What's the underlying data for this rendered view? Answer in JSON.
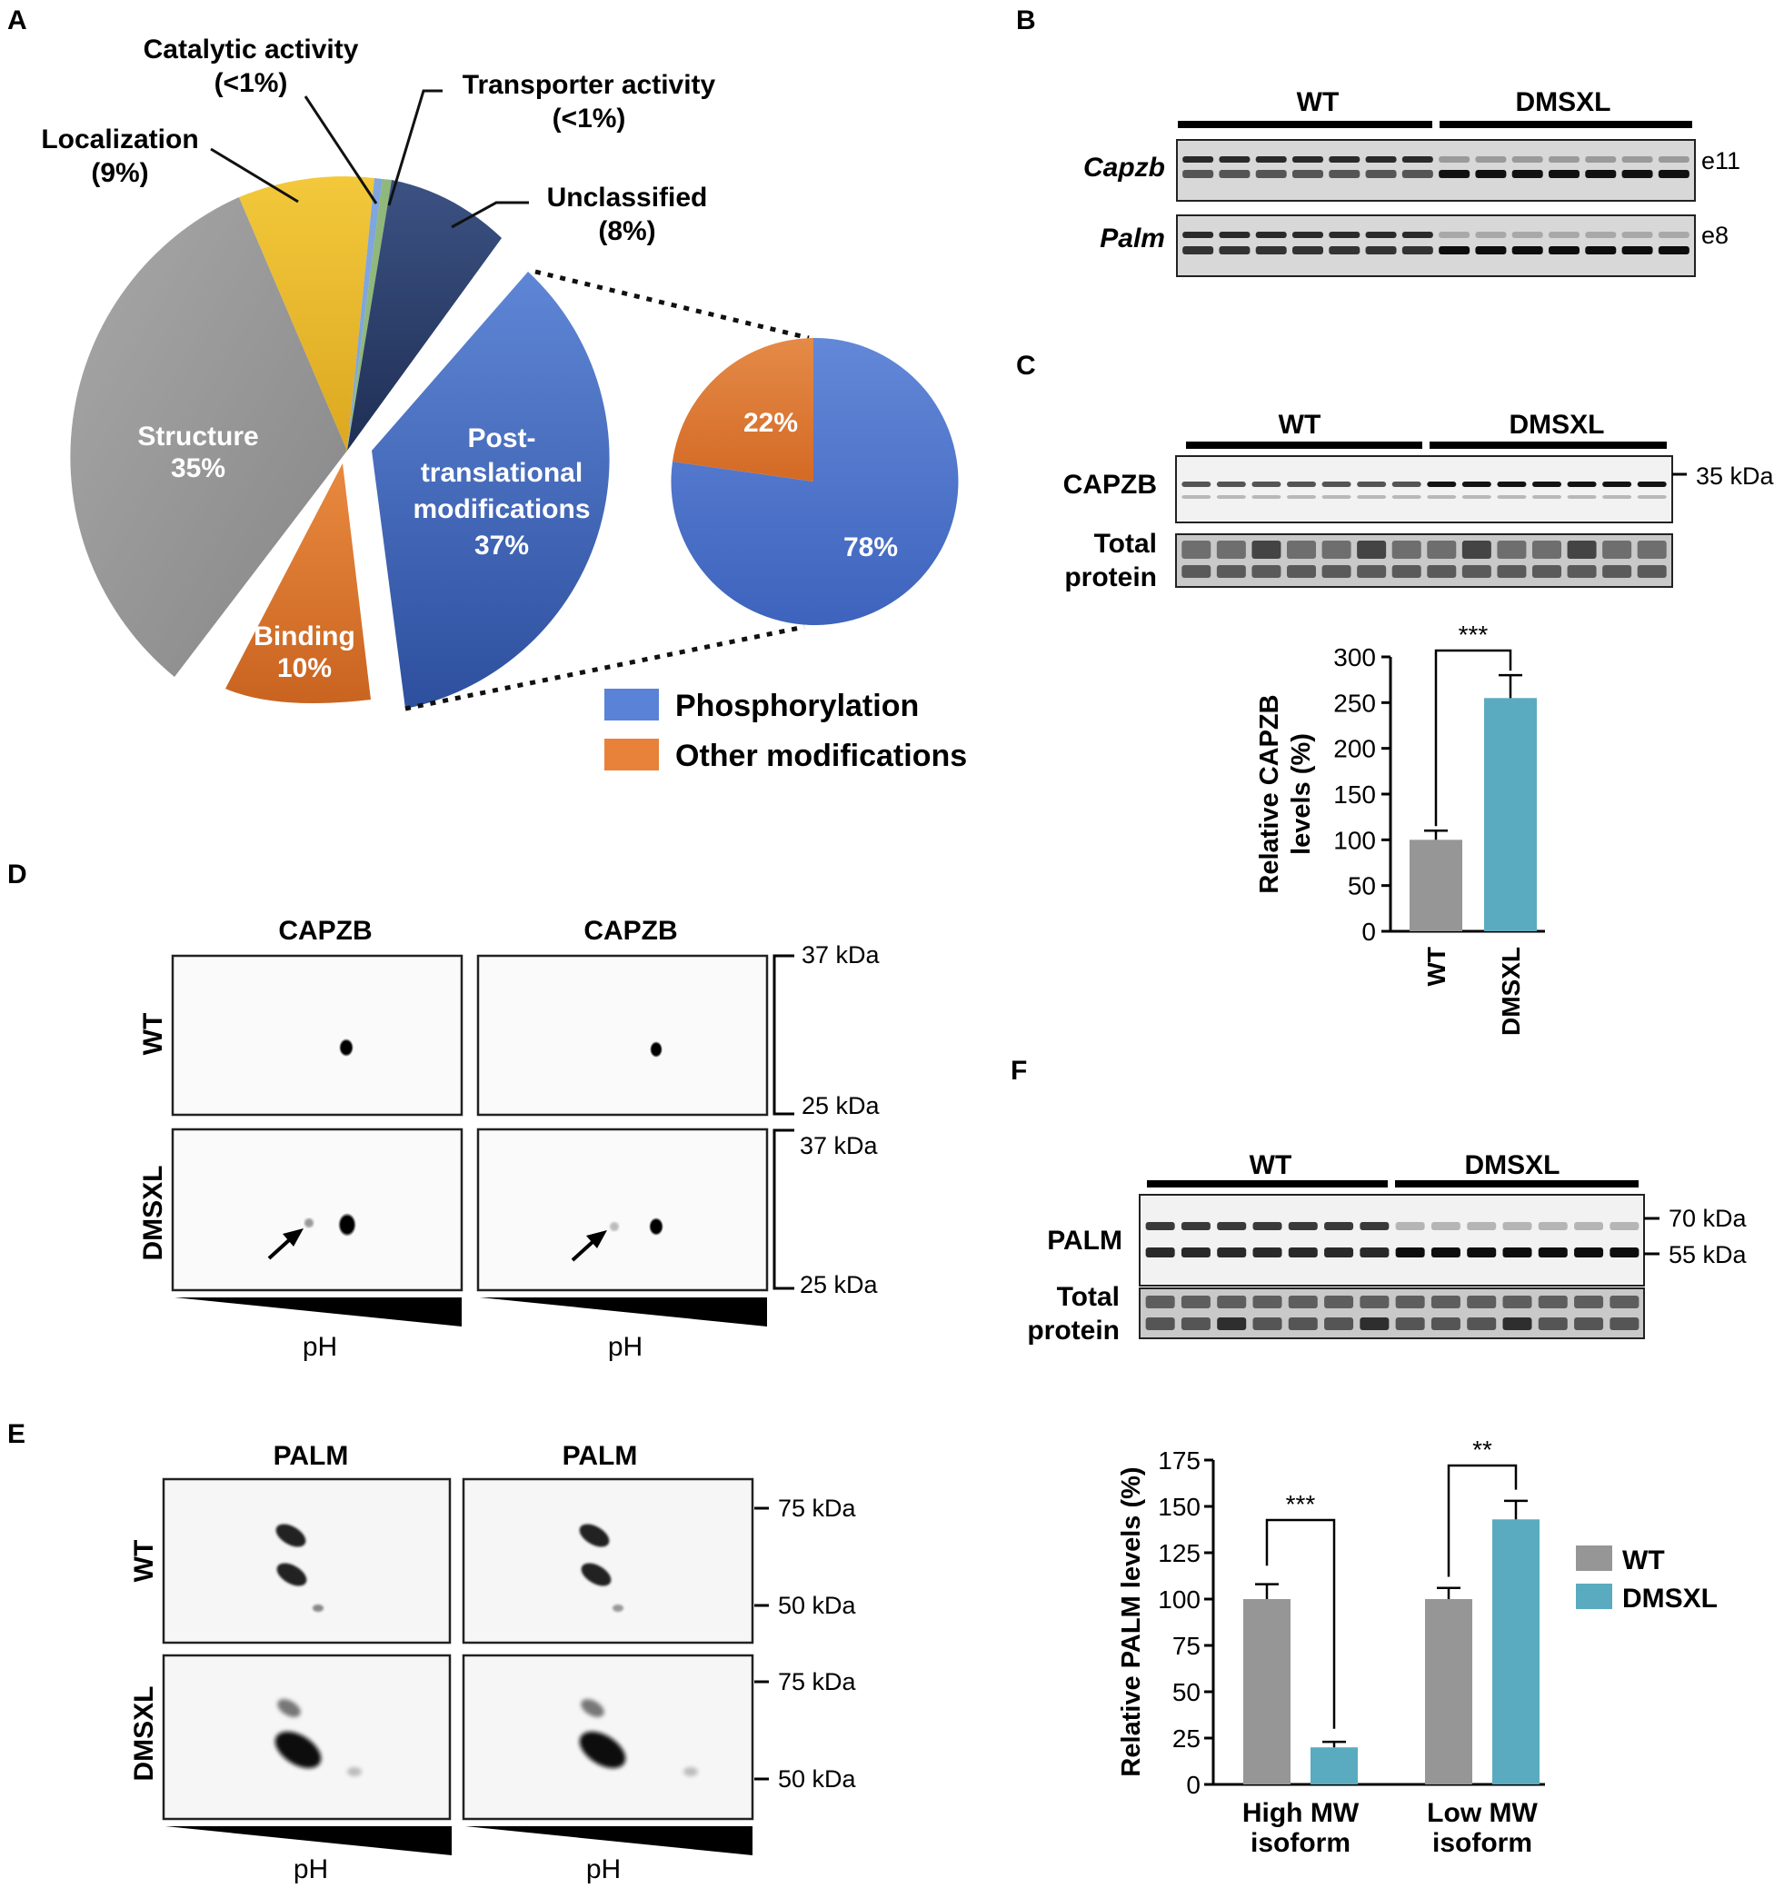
{
  "panels": {
    "A": {
      "letter": "A",
      "slices": [
        {
          "name": "Structure",
          "pct": 35,
          "label": "Structure",
          "pct_label": "35%",
          "color": "#9b9b9b"
        },
        {
          "name": "Localization",
          "pct": 9,
          "label": "Localization",
          "pct_label": "(9%)",
          "color": "#eec132"
        },
        {
          "name": "Catalytic activity",
          "pct": 0.8,
          "label": "Catalytic activity",
          "pct_label": "(<1%)",
          "color": "#7fa6dd"
        },
        {
          "name": "Transporter activity",
          "pct": 0.8,
          "label": "Transporter activity",
          "pct_label": "(<1%)",
          "color": "#8fb87a"
        },
        {
          "name": "Unclassified",
          "pct": 8,
          "label": "Unclassified",
          "pct_label": "(8%)",
          "color": "#2b3f6b"
        },
        {
          "name": "Post-translational modifications",
          "pct": 37,
          "label_lines": [
            "Post-",
            "translational",
            "modifications",
            "37%"
          ],
          "color": "#4a72c4"
        },
        {
          "name": "Binding",
          "pct": 10,
          "label": "Binding",
          "pct_label": "10%",
          "color": "#e07a30"
        }
      ],
      "subpie": [
        {
          "name": "Phosphorylation",
          "pct": 78,
          "label": "78%",
          "color": "#4a72c4"
        },
        {
          "name": "Other modifications",
          "pct": 22,
          "label": "22%",
          "color": "#e07a30"
        }
      ],
      "legend": [
        {
          "label": "Phosphorylation",
          "color": "#5a82d6"
        },
        {
          "label": "Other modifications",
          "color": "#e8823a"
        }
      ]
    },
    "B": {
      "letter": "B",
      "groups": [
        "WT",
        "DMSXL"
      ],
      "rows": [
        {
          "gene": "Capzb",
          "exon": "e11"
        },
        {
          "gene": "Palm",
          "exon": "e8"
        }
      ]
    },
    "C": {
      "letter": "C",
      "groups": [
        "WT",
        "DMSXL"
      ],
      "blot_labels": {
        "target": "CAPZB",
        "loading_1": "Total",
        "loading_2": "protein"
      },
      "marker": "35 kDa",
      "significance": "***"
    },
    "D": {
      "letter": "D",
      "column_titles": [
        "CAPZB",
        "CAPZB"
      ],
      "row_labels": [
        "WT",
        "DMSXL"
      ],
      "markers_top": [
        "37 kDa",
        "25 kDa"
      ],
      "markers_bottom": [
        "37 kDa",
        "25 kDa"
      ],
      "ph_label": "pH"
    },
    "E": {
      "letter": "E",
      "column_titles": [
        "PALM",
        "PALM"
      ],
      "row_labels": [
        "WT",
        "DMSXL"
      ],
      "markers_top": [
        "75 kDa",
        "50 kDa"
      ],
      "markers_bottom": [
        "75 kDa",
        "50 kDa"
      ],
      "ph_label": "pH"
    },
    "F": {
      "letter": "F",
      "groups": [
        "WT",
        "DMSXL"
      ],
      "blot_labels": {
        "target": "PALM",
        "loading_1": "Total",
        "loading_2": "protein"
      },
      "markers": [
        "70 kDa",
        "55 kDa"
      ],
      "significance": [
        "***",
        "**"
      ],
      "legend": [
        {
          "label": "WT",
          "color": "#969696"
        },
        {
          "label": "DMSXL",
          "color": "#5aabbf"
        }
      ]
    }
  },
  "chart_data": [
    {
      "type": "pie",
      "panel": "A",
      "categories": [
        "Structure",
        "Localization",
        "Catalytic activity",
        "Transporter activity",
        "Unclassified",
        "Post-translational modifications",
        "Binding"
      ],
      "values": [
        35,
        9,
        0.8,
        0.8,
        8,
        37,
        10
      ]
    },
    {
      "type": "pie",
      "panel": "A-inset",
      "categories": [
        "Phosphorylation",
        "Other modifications"
      ],
      "values": [
        78,
        22
      ]
    },
    {
      "type": "bar",
      "panel": "C",
      "categories": [
        "WT",
        "DMSXL"
      ],
      "values": [
        100,
        255
      ],
      "errors": [
        10,
        25
      ],
      "colors": [
        "#969696",
        "#5aabbf"
      ],
      "ylabel": "Relative CAPZB levels (%)",
      "ylim": [
        0,
        300
      ],
      "yticks": [
        0,
        50,
        100,
        150,
        200,
        250,
        300
      ]
    },
    {
      "type": "bar",
      "panel": "F",
      "categories": [
        "High MW isoform",
        "Low MW isoform"
      ],
      "category_lines": [
        [
          "High MW",
          "isoform"
        ],
        [
          "Low MW",
          "isoform"
        ]
      ],
      "series": [
        {
          "name": "WT",
          "values": [
            100,
            100
          ],
          "errors": [
            8,
            6
          ],
          "color": "#969696"
        },
        {
          "name": "DMSXL",
          "values": [
            20,
            143
          ],
          "errors": [
            3,
            10
          ],
          "color": "#5aabbf"
        }
      ],
      "ylabel": "Relative PALM levels (%)",
      "ylim": [
        0,
        175
      ],
      "yticks": [
        0,
        25,
        50,
        75,
        100,
        125,
        150,
        175
      ]
    }
  ]
}
